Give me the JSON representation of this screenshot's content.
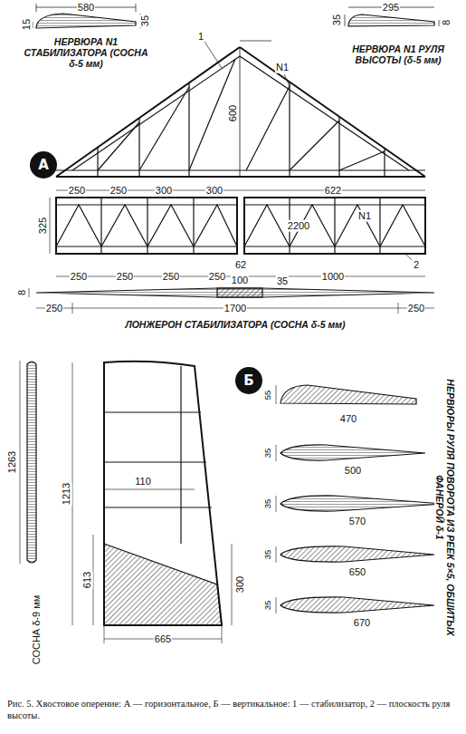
{
  "diagram": {
    "caption": "Рис. 5. Хвостовое оперение: А — горизонтальное, Б — вертикальное: 1 — стабилизатор, 2 — плоскость руля высоты.",
    "nodes": [
      {
        "text": [
          "А"
        ]
      },
      {
        "text": [
          "Б"
        ]
      }
    ],
    "labels": [
      "580",
      "35",
      "15",
      "НЕРВЮРА N1 СТАБИЛИЗАТОРА (СОСНА δ-5 мм)",
      "1",
      "600",
      "N1",
      "295",
      "35",
      "8",
      "НЕРВЮРА N1 РУЛЯ ВЫСОТЫ (δ-5 мм)",
      "250",
      "250",
      "300",
      "300",
      "622",
      "325",
      "2200",
      "N1",
      "62",
      "2",
      "250",
      "250",
      "250",
      "250",
      "1000",
      "8",
      "100",
      "35",
      "250",
      "1700",
      "250",
      "ЛОНЖЕРОН СТАБИЛИЗАТОРА (СОСНА δ-5 мм)",
      "1263",
      "СОСНА δ-9 мм",
      "110",
      "1213",
      "613",
      "300",
      "665",
      "55",
      "470",
      "35",
      "500",
      "35",
      "570",
      "35",
      "650",
      "35",
      "670",
      "НЕРВЮРЫ РУЛЯ ПОВОРОТА ИЗ РЕЕК 5×5, ОБШИТЫХ ФАНЕРОЙ δ-1"
    ]
  }
}
